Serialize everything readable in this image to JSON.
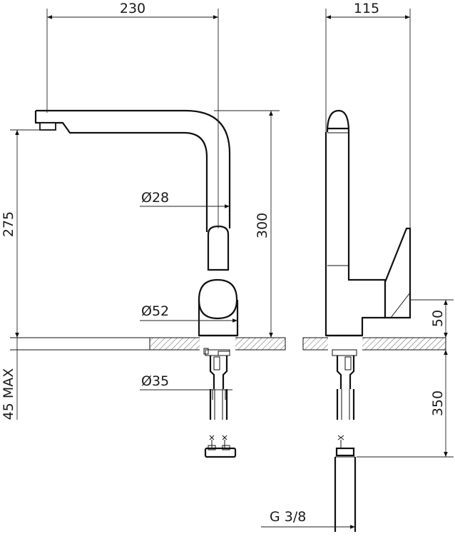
{
  "dimensions": {
    "front_width": "230",
    "side_width": "115",
    "spout_height": "275",
    "total_height": "300",
    "pipe_diameter": "Ø28",
    "base_diameter": "Ø52",
    "hole_diameter": "Ø35",
    "lever_height": "50",
    "hose_length": "350",
    "counter_thickness": "45 MAX",
    "connection": "G 3/8"
  },
  "colors": {
    "line": "#111111",
    "hatch": "#333333",
    "background": "#ffffff"
  }
}
